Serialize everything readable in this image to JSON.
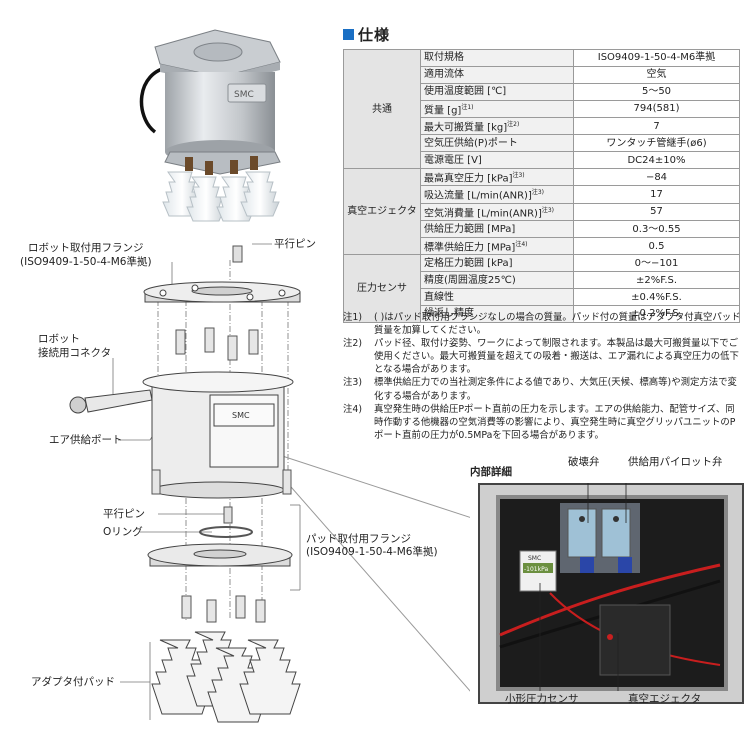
{
  "spec": {
    "title": "仕様",
    "rows": [
      {
        "group": "共通",
        "item": "取付規格",
        "sup": "",
        "value": "ISO9409-1-50-4-M6準拠"
      },
      {
        "group": "",
        "item": "適用流体",
        "sup": "",
        "value": "空気"
      },
      {
        "group": "",
        "item": "使用温度範囲 [℃]",
        "sup": "",
        "value": "5～50"
      },
      {
        "group": "",
        "item": "質量 [g]",
        "sup": "注1)",
        "value": "794(581)"
      },
      {
        "group": "",
        "item": "最大可搬質量 [kg]",
        "sup": "注2)",
        "value": "7"
      },
      {
        "group": "",
        "item": "空気圧供給(P)ポート",
        "sup": "",
        "value": "ワンタッチ管継手(ø6)"
      },
      {
        "group": "",
        "item": "電源電圧 [V]",
        "sup": "",
        "value": "DC24±10%"
      },
      {
        "group": "真空エジェクタ",
        "item": "最高真空圧力 [kPa]",
        "sup": "注3)",
        "value": "−84"
      },
      {
        "group": "",
        "item": "吸込流量 [L/min(ANR)]",
        "sup": "注3)",
        "value": "17"
      },
      {
        "group": "",
        "item": "空気消費量 [L/min(ANR)]",
        "sup": "注3)",
        "value": "57"
      },
      {
        "group": "",
        "item": "供給圧力範囲 [MPa]",
        "sup": "",
        "value": "0.3～0.55"
      },
      {
        "group": "",
        "item": "標準供給圧力 [MPa]",
        "sup": "注4)",
        "value": "0.5"
      },
      {
        "group": "圧力センサ",
        "item": "定格圧力範囲 [kPa]",
        "sup": "",
        "value": "0～−101"
      },
      {
        "group": "",
        "item": "精度(周囲温度25℃)",
        "sup": "",
        "value": "±2%F.S."
      },
      {
        "group": "",
        "item": "直線性",
        "sup": "",
        "value": "±0.4%F.S."
      },
      {
        "group": "",
        "item": "繰返し精度",
        "sup": "",
        "value": "±0.2%F.S."
      }
    ]
  },
  "notes": [
    {
      "tag": "注1)",
      "text": "( )はパッド取付用フランジなしの場合の質量。パッド付の質量はアダプタ付真空パッド質量を加算してください。"
    },
    {
      "tag": "注2)",
      "text": "パッド径、取付け姿勢、ワークによって制限されます。本製品は最大可搬質量以下でご使用ください。最大可搬質量を超えての吸着・搬送は、エア漏れによる真空圧力の低下となる場合があります。"
    },
    {
      "tag": "注3)",
      "text": "標準供給圧力での当社測定条件による値であり、大気圧(天候、標高等)や測定方法で変化する場合があります。"
    },
    {
      "tag": "注4)",
      "text": "真空発生時の供給圧Pポート直前の圧力を示します。エアの供給能力、配管サイズ、同時作動する他機器の空気消費等の影響により、真空発生時に真空グリッパユニットのPポート直前の圧力が0.5MPaを下回る場合があります。"
    }
  ],
  "callouts": {
    "robot_flange": "ロボット取付用フランジ",
    "robot_flange_std": "(ISO9409-1-50-4-M6準拠)",
    "parallel_pin_top": "平行ピン",
    "robot_connector_1": "ロボット",
    "robot_connector_2": "接続用コネクタ",
    "air_port": "エア供給ポート",
    "parallel_pin_bottom": "平行ピン",
    "o_ring": "Oリング",
    "pad_flange": "パッド取付用フランジ",
    "pad_flange_std": "(ISO9409-1-50-4-M6準拠)",
    "adapter_pad": "アダプタ付パッド"
  },
  "detail": {
    "title": "内部詳細",
    "release_valve": "破壊弁",
    "pilot_valve": "供給用パイロット弁",
    "pressure_sensor": "小形圧力センサ",
    "vacuum_ejector": "真空エジェクタ",
    "brand": "SMC",
    "sensor_display": "-101kPa"
  },
  "brand": "SMC"
}
